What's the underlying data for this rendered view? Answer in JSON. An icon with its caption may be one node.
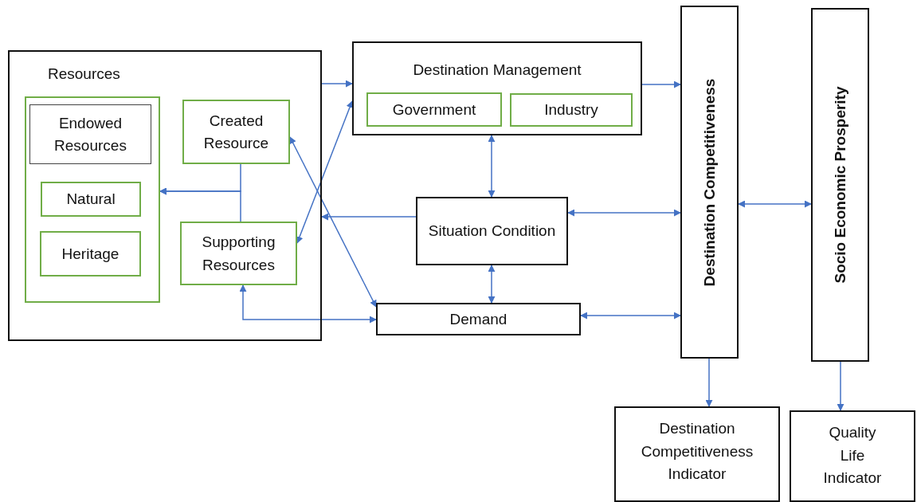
{
  "diagram": {
    "nodes": [
      {
        "text": [
          "Resources"
        ]
      },
      {
        "text": [],
        "shape": "box",
        "in": 0
      },
      {
        "text": [
          "Endowed Resources"
        ],
        "in": 1
      },
      {
        "text": [
          "Natural"
        ],
        "in": 1
      },
      {
        "text": [
          "Heritage"
        ],
        "in": 1
      },
      {
        "text": [
          "Created Resource"
        ],
        "in": 0
      },
      {
        "text": [
          "Supporting Resources"
        ],
        "in": 0
      },
      {
        "text": [
          "Destination Management"
        ]
      },
      {
        "text": [
          "Government"
        ],
        "in": 7
      },
      {
        "text": [
          "Industry"
        ],
        "in": 7
      },
      {
        "text": [
          "Situation Condition"
        ]
      },
      {
        "text": [
          "Demand"
        ]
      },
      {
        "text": [
          "Destination Competitiveness"
        ]
      },
      {
        "text": [
          "Socio Economic Prosperity"
        ]
      },
      {
        "text": [
          "Destination Competitiveness Indicator"
        ]
      },
      {
        "text": [
          "Quality Life Indicator"
        ]
      }
    ],
    "edges": [
      {
        "from": 0,
        "to": 7,
        "arrow": "to"
      },
      {
        "from": 6,
        "to": 7,
        "arrow": "both"
      },
      {
        "from": 5,
        "to": 11,
        "arrow": "both"
      },
      {
        "from": 10,
        "to": 0,
        "arrow": "to"
      },
      {
        "from": 6,
        "to": 11,
        "arrow": "both"
      },
      {
        "from": 5,
        "to": 1,
        "arrow": "to"
      },
      {
        "from": 6,
        "to": 1,
        "arrow": "to"
      },
      {
        "from": 7,
        "to": 10,
        "arrow": "both"
      },
      {
        "from": 10,
        "to": 11,
        "arrow": "both"
      },
      {
        "from": 7,
        "to": 12,
        "arrow": "to"
      },
      {
        "from": 10,
        "to": 12,
        "arrow": "both"
      },
      {
        "from": 11,
        "to": 12,
        "arrow": "both"
      },
      {
        "from": 12,
        "to": 13,
        "arrow": "both"
      },
      {
        "from": 12,
        "to": 14,
        "arrow": "to"
      },
      {
        "from": 13,
        "to": 15,
        "arrow": "to"
      }
    ]
  }
}
